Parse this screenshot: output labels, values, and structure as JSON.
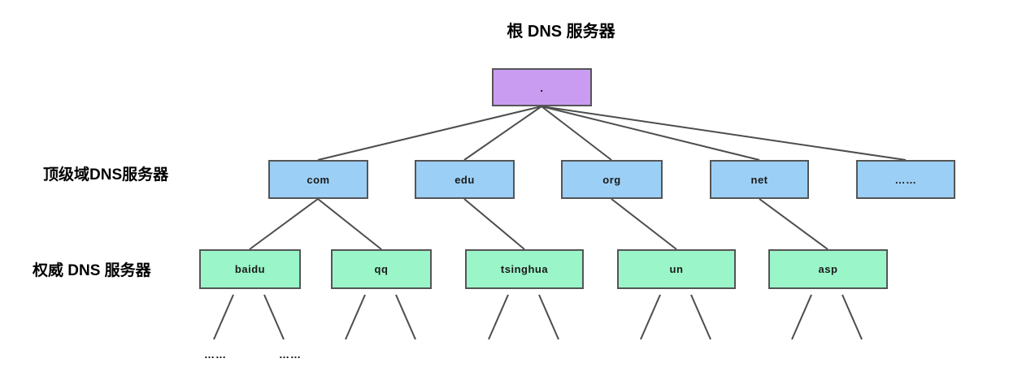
{
  "title": "根 DNS 服务器",
  "labels": {
    "tld": "顶级域DNS服务器",
    "auth": "权威 DNS 服务器"
  },
  "root": {
    "label": "."
  },
  "tld_nodes": [
    {
      "label": "com"
    },
    {
      "label": "edu"
    },
    {
      "label": "org"
    },
    {
      "label": "net"
    },
    {
      "label": "……"
    }
  ],
  "auth_nodes": [
    {
      "label": "baidu"
    },
    {
      "label": "qq"
    },
    {
      "label": "tsinghua"
    },
    {
      "label": "un"
    },
    {
      "label": "asp"
    }
  ],
  "ellipsis": {
    "left": "……",
    "right": "……"
  },
  "colors": {
    "root_fill": "#c99cf2",
    "tld_fill": "#9ccff5",
    "auth_fill": "#9af5c9",
    "node_border": "#555555",
    "edge": "#4d4d4d",
    "background": "#ffffff"
  }
}
